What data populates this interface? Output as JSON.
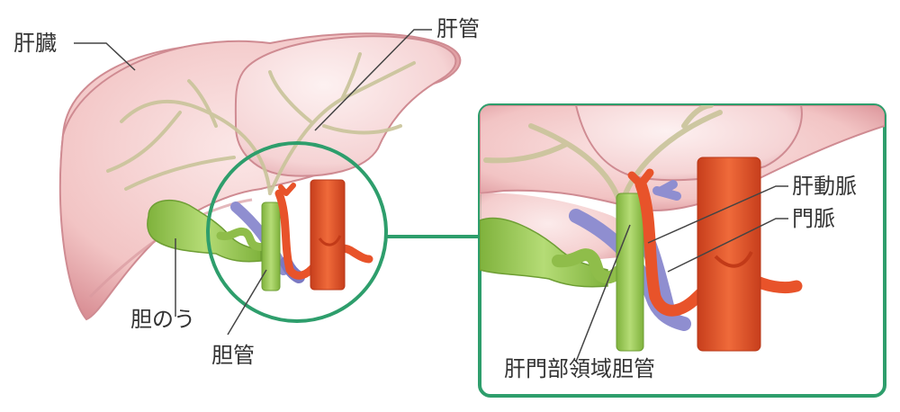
{
  "labels": {
    "liver": "肝臓",
    "hepatic_duct": "肝管",
    "gallbladder": "胆のう",
    "bile_duct": "胆管",
    "hepatic_artery": "肝動脈",
    "portal_vein": "門脈",
    "perihilar_bile_duct": "肝門部領域胆管"
  },
  "colors": {
    "liver": "#f2c4c4",
    "bile": "#9ecd5a",
    "artery": "#e8532a",
    "vein": "#8f8ed0",
    "frame": "#2e9e6c"
  }
}
